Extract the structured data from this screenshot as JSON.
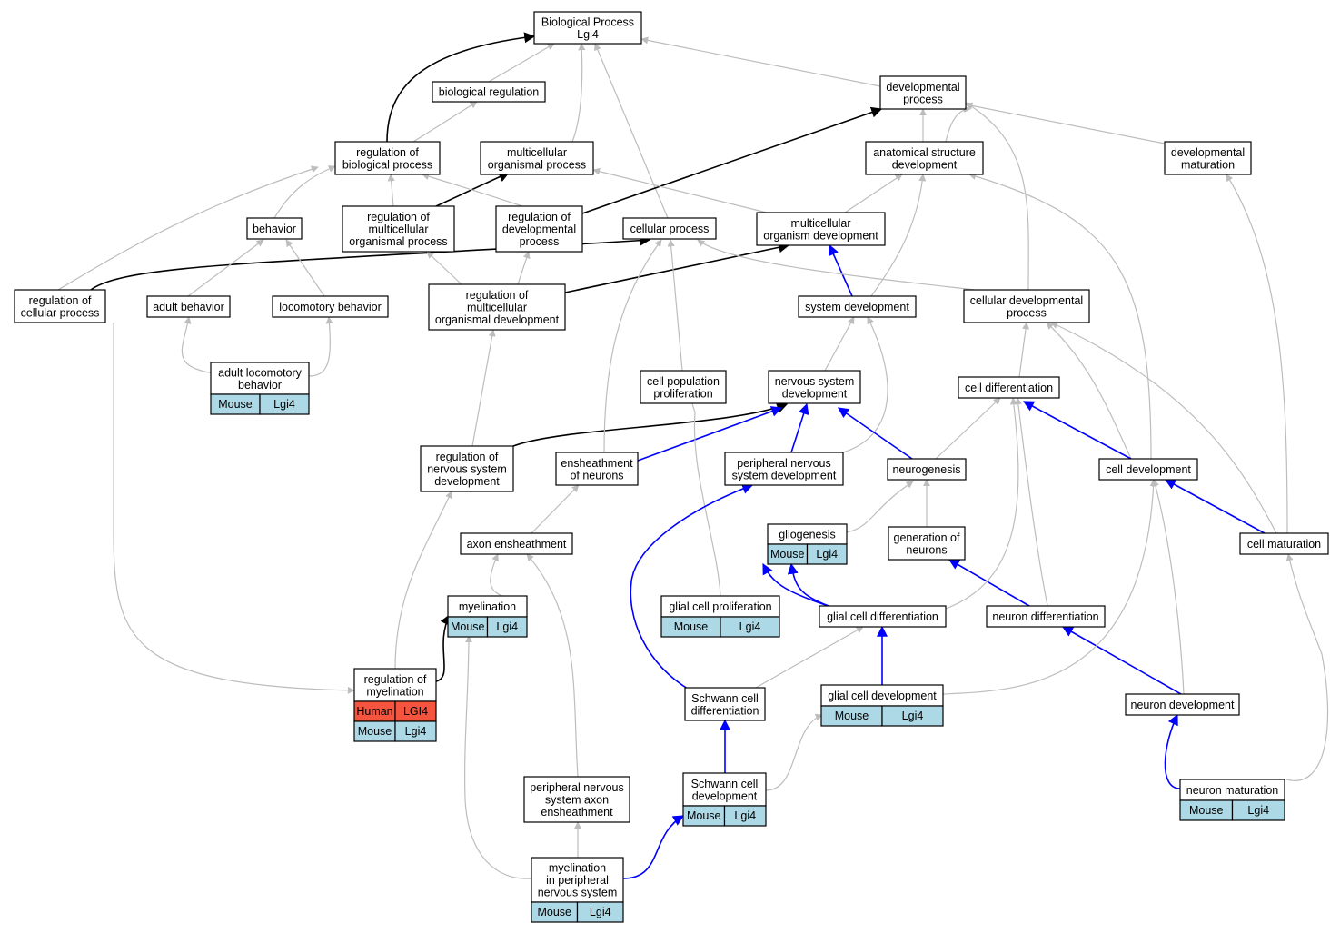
{
  "colors": {
    "is_a": "#bdbdbd",
    "part_of": "#0000ff",
    "regulates": "#000000",
    "mouse": "#add8e6",
    "human": "#f5543e"
  },
  "nodes": {
    "bp": {
      "lines": [
        "Biological Process",
        "Lgi4"
      ]
    },
    "bioreg": {
      "lines": [
        "biological regulation"
      ]
    },
    "devproc": {
      "lines": [
        "developmental",
        "process"
      ]
    },
    "regbio": {
      "lines": [
        "regulation of",
        "biological process"
      ]
    },
    "multiorg": {
      "lines": [
        "multicellular",
        "organismal process"
      ]
    },
    "anatdev": {
      "lines": [
        "anatomical structure",
        "development"
      ]
    },
    "devmat": {
      "lines": [
        "developmental",
        "maturation"
      ]
    },
    "behavior": {
      "lines": [
        "behavior"
      ]
    },
    "regmulti": {
      "lines": [
        "regulation of",
        "multicellular",
        "organismal process"
      ]
    },
    "regdev": {
      "lines": [
        "regulation of",
        "developmental",
        "process"
      ]
    },
    "cellproc": {
      "lines": [
        "cellular process"
      ]
    },
    "multidev": {
      "lines": [
        "multicellular",
        "organism development"
      ]
    },
    "regcell": {
      "lines": [
        "regulation of",
        "cellular process"
      ]
    },
    "adultbeh": {
      "lines": [
        "adult behavior"
      ]
    },
    "locobeh": {
      "lines": [
        "locomotory behavior"
      ]
    },
    "regmultidev": {
      "lines": [
        "regulation of",
        "multicellular",
        "organismal development"
      ]
    },
    "sysdev": {
      "lines": [
        "system development"
      ]
    },
    "celldevproc": {
      "lines": [
        "cellular developmental",
        "process"
      ]
    },
    "adultloco": {
      "lines": [
        "adult locomotory",
        "behavior"
      ],
      "tags": [
        [
          "Mouse",
          "Lgi4"
        ]
      ]
    },
    "cellpop": {
      "lines": [
        "cell population",
        "proliferation"
      ]
    },
    "nsdev": {
      "lines": [
        "nervous system",
        "development"
      ]
    },
    "celldiff": {
      "lines": [
        "cell differentiation"
      ]
    },
    "regnsdev": {
      "lines": [
        "regulation of",
        "nervous system",
        "development"
      ]
    },
    "ensheath": {
      "lines": [
        "ensheathment",
        "of neurons"
      ]
    },
    "pnsdev": {
      "lines": [
        "peripheral nervous",
        "system development"
      ]
    },
    "neurogen": {
      "lines": [
        "neurogenesis"
      ]
    },
    "celldev": {
      "lines": [
        "cell development"
      ]
    },
    "gliogen": {
      "lines": [
        "gliogenesis"
      ],
      "tags": [
        [
          "Mouse",
          "Lgi4"
        ]
      ]
    },
    "genneur": {
      "lines": [
        "generation of",
        "neurons"
      ]
    },
    "axonens": {
      "lines": [
        "axon ensheathment"
      ]
    },
    "cellmat": {
      "lines": [
        "cell maturation"
      ]
    },
    "myelin": {
      "lines": [
        "myelination"
      ],
      "tags": [
        [
          "Mouse",
          "Lgi4"
        ]
      ]
    },
    "glialprolif": {
      "lines": [
        "glial cell proliferation"
      ],
      "tags": [
        [
          "Mouse",
          "Lgi4"
        ]
      ]
    },
    "glialdiff": {
      "lines": [
        "glial cell differentiation"
      ]
    },
    "neurdiff": {
      "lines": [
        "neuron differentiation"
      ]
    },
    "regmyelin": {
      "lines": [
        "regulation of",
        "myelination"
      ],
      "tags": [
        [
          "Human",
          "LGI4"
        ],
        [
          "Mouse",
          "Lgi4"
        ]
      ]
    },
    "schwdiff": {
      "lines": [
        "Schwann cell",
        "differentiation"
      ]
    },
    "glialdev": {
      "lines": [
        "glial cell development"
      ],
      "tags": [
        [
          "Mouse",
          "Lgi4"
        ]
      ]
    },
    "neurdev": {
      "lines": [
        "neuron development"
      ]
    },
    "pnsaxon": {
      "lines": [
        "peripheral nervous",
        "system axon",
        "ensheathment"
      ]
    },
    "schwdev": {
      "lines": [
        "Schwann cell",
        "development"
      ],
      "tags": [
        [
          "Mouse",
          "Lgi4"
        ]
      ]
    },
    "neurmat": {
      "lines": [
        "neuron maturation"
      ],
      "tags": [
        [
          "Mouse",
          "Lgi4"
        ]
      ]
    },
    "myelinpns": {
      "lines": [
        "myelination",
        "in peripheral",
        "nervous system"
      ],
      "tags": [
        [
          "Mouse",
          "Lgi4"
        ]
      ]
    }
  }
}
